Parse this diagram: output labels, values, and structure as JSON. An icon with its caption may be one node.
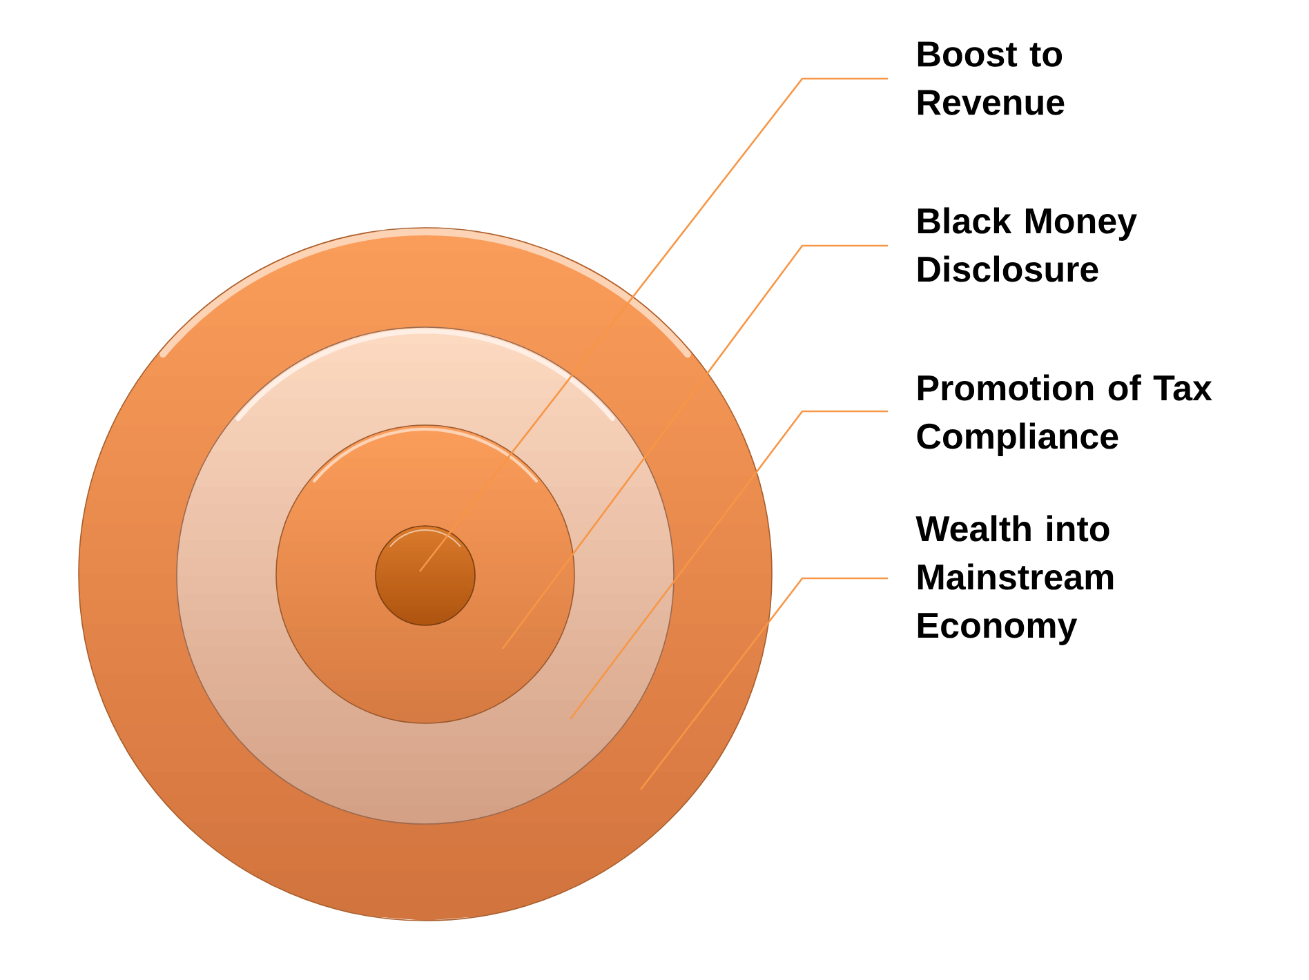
{
  "diagram": {
    "nodes": [
      {
        "text": [],
        "shape": "circle"
      },
      {
        "text": [],
        "shape": "circle",
        "in": 0
      },
      {
        "text": [],
        "shape": "circle",
        "in": 1
      },
      {
        "text": [],
        "shape": "circle",
        "in": 2
      },
      {
        "text": [
          "Boost to Revenue"
        ]
      },
      {
        "text": [
          "Black Money Disclosure"
        ]
      },
      {
        "text": [
          "Promotion of Tax Compliance"
        ]
      },
      {
        "text": [
          "Wealth into Mainstream Economy"
        ]
      }
    ],
    "edges": [
      {
        "from": 4,
        "to": 3,
        "arrow": "none"
      },
      {
        "from": 5,
        "to": 2,
        "arrow": "none"
      },
      {
        "from": 6,
        "to": 1,
        "arrow": "none"
      },
      {
        "from": 7,
        "to": 0,
        "arrow": "none"
      }
    ]
  }
}
